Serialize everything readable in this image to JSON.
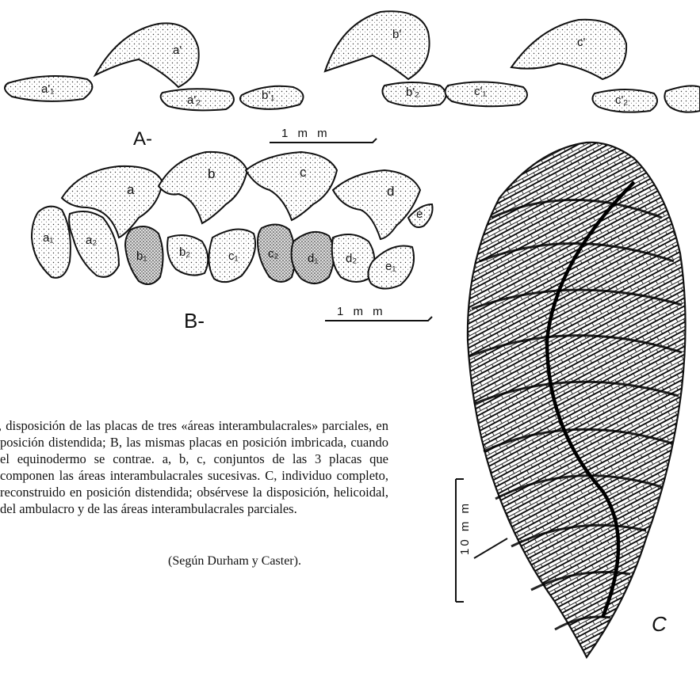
{
  "figure": {
    "panel_a_label": "A-",
    "panel_b_label": "B-",
    "panel_c_label": "C",
    "scale_a": "1 m m",
    "scale_b": "1 m m",
    "scale_c": "10 m m",
    "row_a_plates": [
      {
        "label": "a'",
        "kind": "upper"
      },
      {
        "label": "a'₁",
        "kind": "lower"
      },
      {
        "label": "a'₂",
        "kind": "lower"
      },
      {
        "label": "b'",
        "kind": "upper"
      },
      {
        "label": "b'₁",
        "kind": "lower"
      },
      {
        "label": "b'₂",
        "kind": "lower"
      },
      {
        "label": "c'",
        "kind": "upper"
      },
      {
        "label": "c'₁",
        "kind": "lower"
      },
      {
        "label": "c'₂",
        "kind": "lower"
      }
    ],
    "row_b_plates": [
      {
        "label": "a",
        "kind": "upper"
      },
      {
        "label": "b",
        "kind": "upper"
      },
      {
        "label": "c",
        "kind": "upper"
      },
      {
        "label": "d",
        "kind": "upper"
      },
      {
        "label": "e",
        "kind": "upper"
      },
      {
        "label": "a₁",
        "kind": "lower"
      },
      {
        "label": "a₂",
        "kind": "lower"
      },
      {
        "label": "b₁",
        "kind": "lower"
      },
      {
        "label": "b₂",
        "kind": "lower"
      },
      {
        "label": "c₁",
        "kind": "lower"
      },
      {
        "label": "c₂",
        "kind": "lower"
      },
      {
        "label": "d₁",
        "kind": "lower"
      },
      {
        "label": "d₂",
        "kind": "lower"
      },
      {
        "label": "e₁",
        "kind": "lower"
      }
    ]
  },
  "caption": {
    "text": "A, disposición de las placas de tres «áreas interambulacrales» parciales, en posición distendida; B, las mismas placas en posición imbricada, cuando el equinodermo se contrae. a, b, c, conjuntos de las 3 placas que componen las áreas interambulacrales sucesivas. C, individuo completo, reconstruido en posición distendida; obsérvese la disposición, helicoidal, del ambulacro y de las áreas interambulacrales parciales.",
    "credit": "(Según Durham y Caster)."
  }
}
